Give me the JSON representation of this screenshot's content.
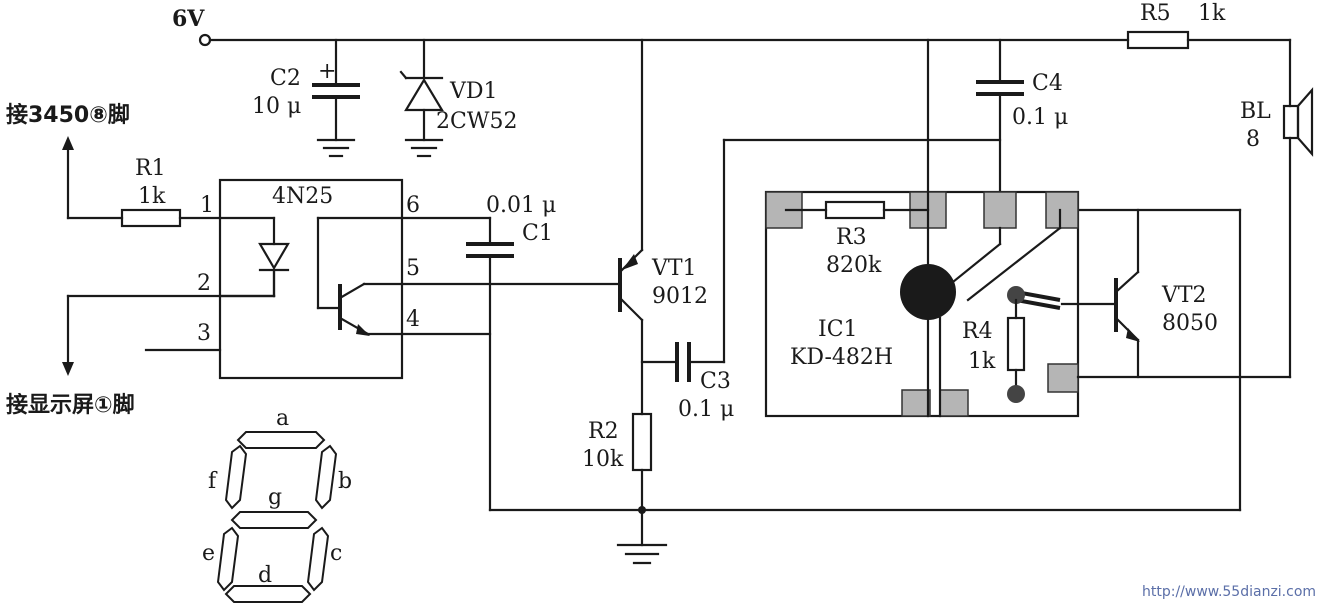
{
  "labels": {
    "supply": "6V",
    "c2_name": "C2",
    "c2_val": "10 μ",
    "c2_plus": "+",
    "vd1_name": "VD1",
    "vd1_val": "2CW52",
    "r1_name": "R1",
    "r1_val": "1k",
    "opto_name": "4N25",
    "pin1": "1",
    "pin2": "2",
    "pin3": "3",
    "pin4": "4",
    "pin5": "5",
    "pin6": "6",
    "c1_val": "0.01 μ",
    "c1_name": "C1",
    "vt1_name": "VT1",
    "vt1_val": "9012",
    "c3_name": "C3",
    "c3_val": "0.1 μ",
    "r2_name": "R2",
    "r2_val": "10k",
    "c4_name": "C4",
    "c4_val": "0.1 μ",
    "r5_name": "R5",
    "r5_val": "1k",
    "bl_name": "BL",
    "bl_val": "8",
    "r3_name": "R3",
    "r3_val": "820k",
    "ic1_name": "IC1",
    "ic1_val": "KD-482H",
    "r4_name": "R4",
    "r4_val": "1k",
    "vt2_name": "VT2",
    "vt2_val": "8050",
    "conn_top": "接3450⑧脚",
    "conn_bottom": "接显示屏①脚",
    "seg_a": "a",
    "seg_b": "b",
    "seg_c": "c",
    "seg_d": "d",
    "seg_e": "e",
    "seg_f": "f",
    "seg_g": "g",
    "watermark": "http://www.55dianzi.com"
  }
}
